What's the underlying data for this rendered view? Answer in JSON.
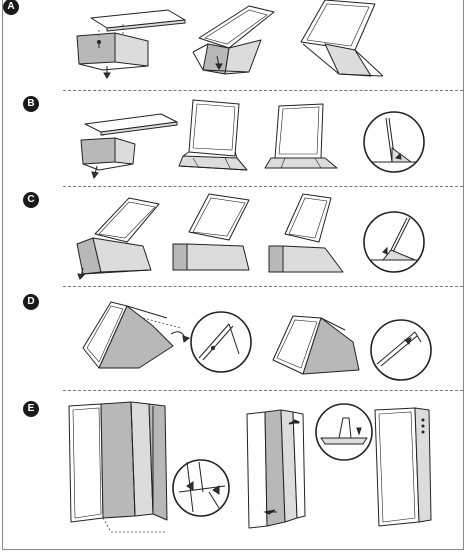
{
  "steps": [
    {
      "id": "A",
      "label": "A"
    },
    {
      "id": "B",
      "label": "B"
    },
    {
      "id": "C",
      "label": "C"
    },
    {
      "id": "D",
      "label": "D"
    },
    {
      "id": "E",
      "label": "E"
    }
  ],
  "colors": {
    "line": "#222222",
    "fill_gray": "#b8b8b8",
    "fill_light": "#dcdcdc",
    "background": "#ffffff"
  },
  "icons": [
    "arrow-icon",
    "detail-circle"
  ]
}
